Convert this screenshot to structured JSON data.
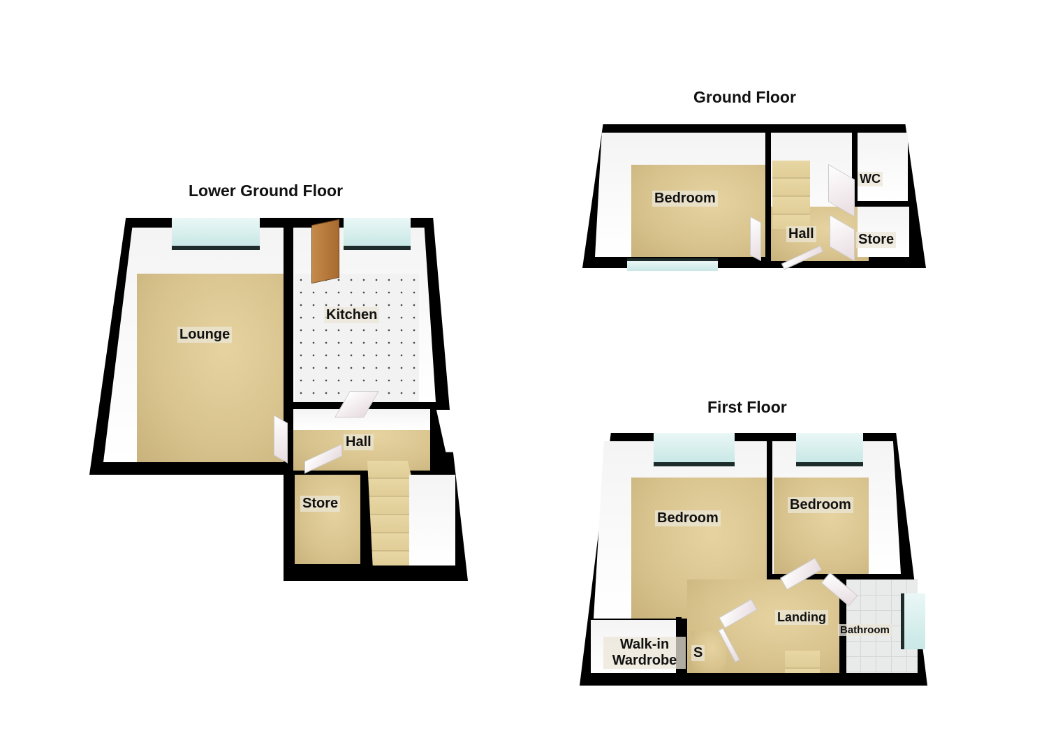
{
  "floors": [
    {
      "name": "Lower Ground Floor",
      "rooms": [
        {
          "label": "Lounge"
        },
        {
          "label": "Kitchen"
        },
        {
          "label": "Hall"
        },
        {
          "label": "Store"
        }
      ]
    },
    {
      "name": "Ground Floor",
      "rooms": [
        {
          "label": "Bedroom"
        },
        {
          "label": "Hall"
        },
        {
          "label": "WC"
        },
        {
          "label": "Store"
        }
      ]
    },
    {
      "name": "First Floor",
      "rooms": [
        {
          "label": "Bedroom"
        },
        {
          "label": "Bedroom"
        },
        {
          "label": "Landing"
        },
        {
          "label": "Bathroom"
        },
        {
          "label": "Walk-in Wardrobe"
        },
        {
          "label": "S"
        }
      ]
    }
  ],
  "colors": {
    "wall": "#000000",
    "carpet": "#d9c48f",
    "window_glass": "#c8e8e6",
    "background": "#ffffff"
  }
}
